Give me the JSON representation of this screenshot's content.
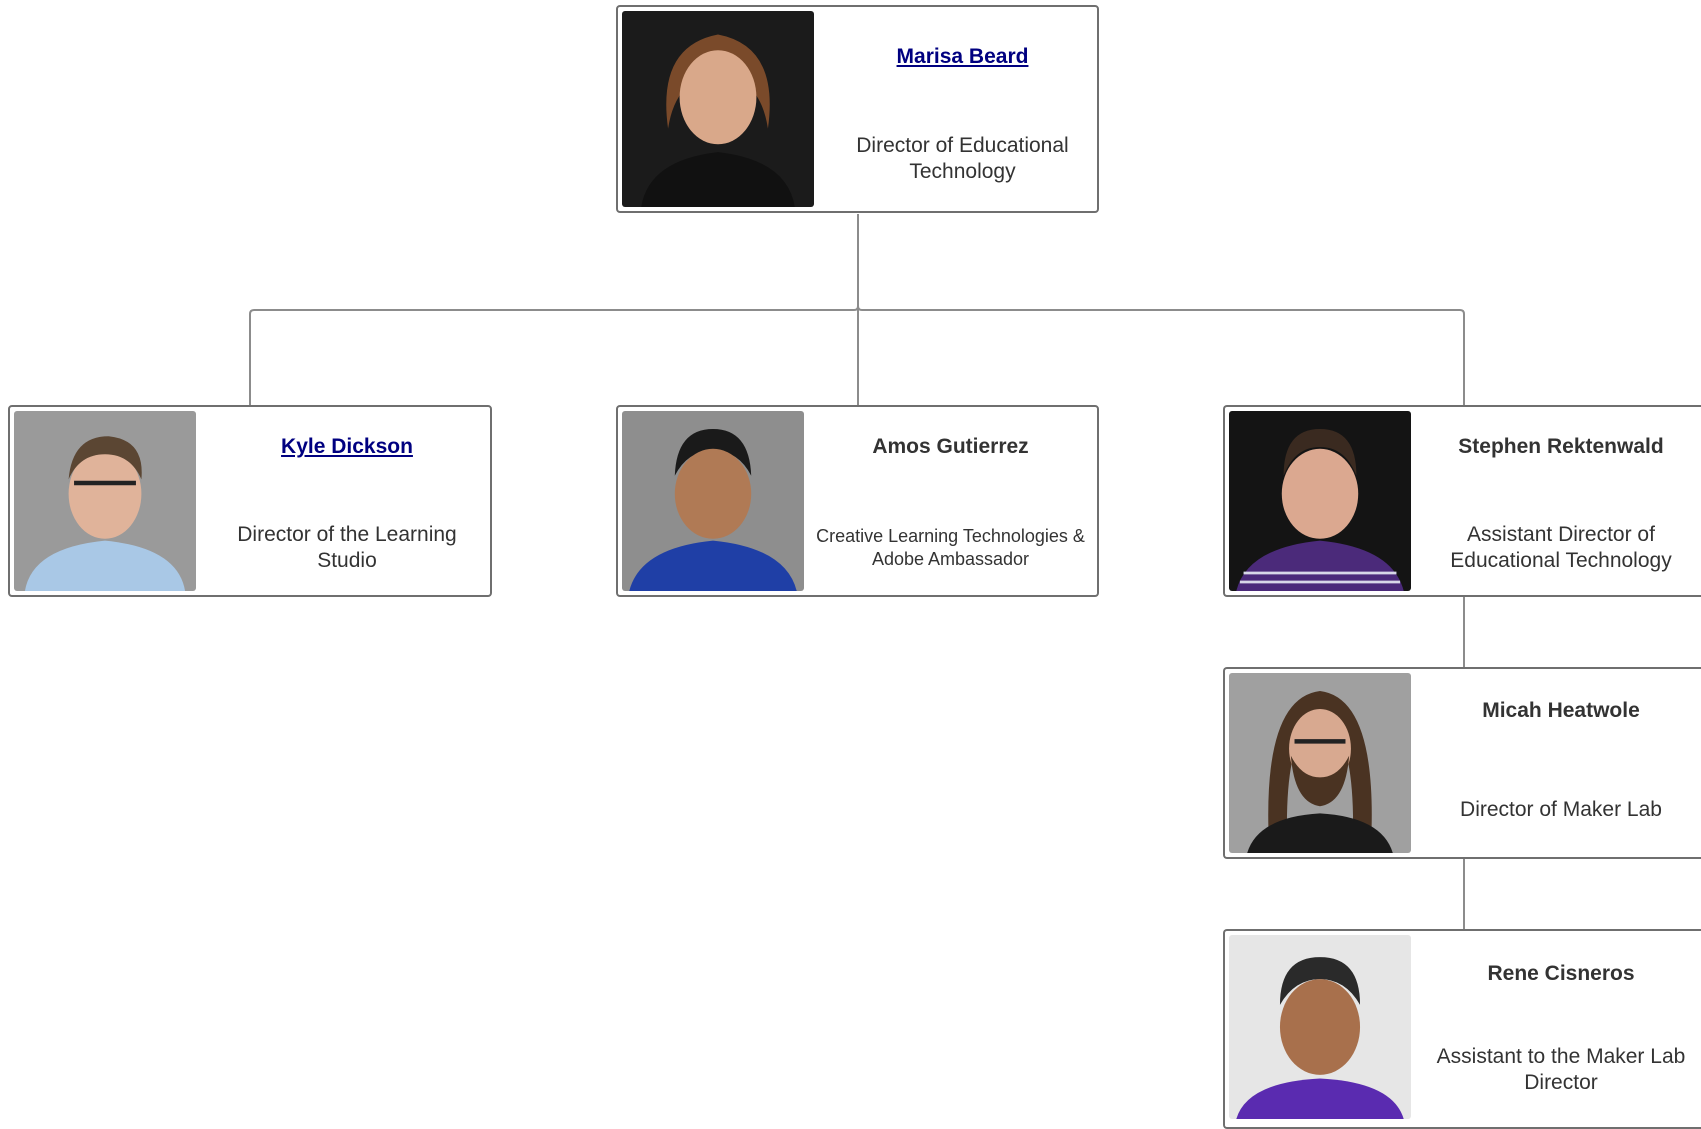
{
  "colors": {
    "border": "#6f6f6f",
    "connector": "#8c8c8c",
    "link": "#000080",
    "text": "#333333"
  },
  "people": {
    "marisa": {
      "name": "Marisa Beard",
      "title": "Director of Educational Technology",
      "photo_bg": "#1b1b1b",
      "shirt": "#111111",
      "hair": "#7a4a2a",
      "skin": "#d9a88a"
    },
    "kyle": {
      "name": "Kyle Dickson",
      "title": "Director of the Learning Studio",
      "photo_bg": "#9a9a9a",
      "shirt": "#a9c8e6",
      "hair": "#5b4633",
      "skin": "#e0b39a"
    },
    "amos": {
      "name": "Amos Gutierrez",
      "title": "Creative Learning Technologies & Adobe Ambassador",
      "photo_bg": "#8e8e8e",
      "shirt": "#1f3fa6",
      "hair": "#1a1a1a",
      "skin": "#b07a55"
    },
    "stephen": {
      "name": "Stephen Rektenwald",
      "title": "Assistant Director of Educational Technology",
      "photo_bg": "#141414",
      "shirt": "#4b2a7a",
      "hair": "#3a2a20",
      "skin": "#dba890"
    },
    "micah": {
      "name": "Micah Heatwole",
      "title": "Director of Maker Lab",
      "photo_bg": "#a0a0a0",
      "shirt": "#1a1a1a",
      "hair": "#4a3322",
      "skin": "#d8a990"
    },
    "rene": {
      "name": "Rene Cisneros",
      "title": "Assistant to the Maker Lab Director",
      "photo_bg": "#e6e6e6",
      "shirt": "#5a2bb0",
      "hair": "#2a2a2a",
      "skin": "#a8704c"
    }
  }
}
